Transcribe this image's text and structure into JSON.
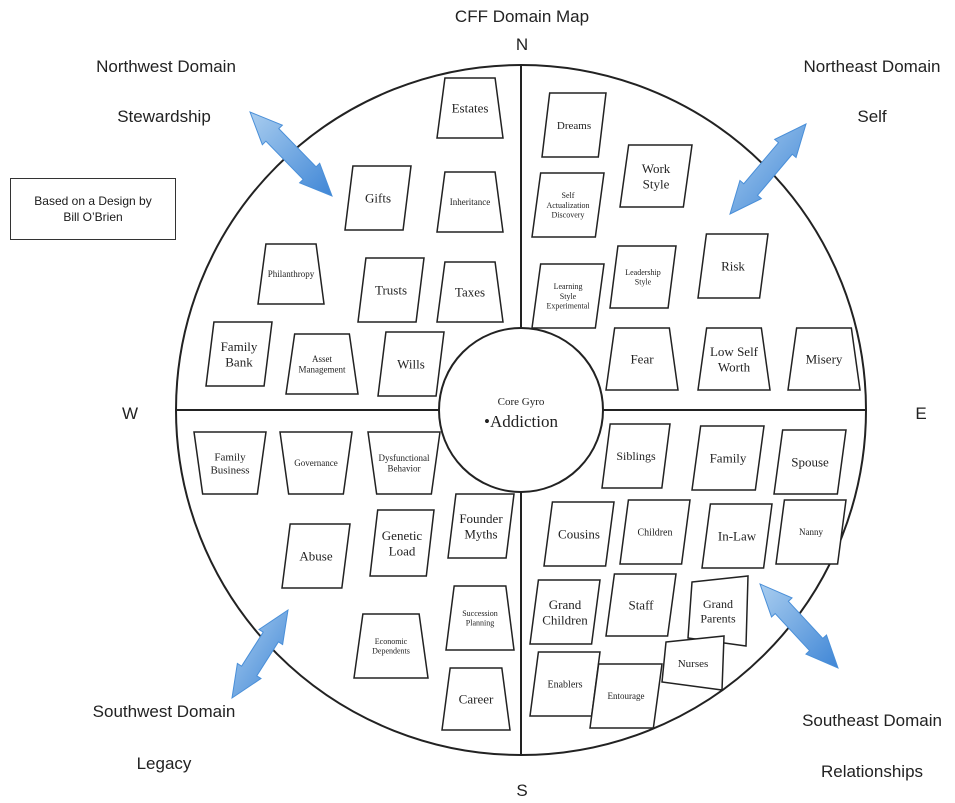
{
  "title": "CFF Domain Map",
  "compass": {
    "n": "N",
    "s": "S",
    "e": "E",
    "w": "W"
  },
  "domains": {
    "nw": {
      "name": "Northwest Domain",
      "theme": "Stewardship"
    },
    "ne": {
      "name": "Northeast Domain",
      "theme": "Self"
    },
    "sw": {
      "name": "Southwest Domain",
      "theme": "Legacy"
    },
    "se": {
      "name": "Southeast Domain",
      "theme": "Relationships"
    }
  },
  "credit": {
    "line1": "Based on a Design by",
    "line2": "Bill O’Brien"
  },
  "core": {
    "label": "Core Gyro",
    "item": "•Addiction"
  },
  "colors": {
    "arrow_light": "#a9cdef",
    "arrow_dark": "#3f86d6",
    "stroke": "#222222"
  },
  "items": {
    "nw": [
      "Estates",
      "Gifts",
      "Inheritance",
      "Philanthropy",
      "Trusts",
      "Taxes",
      "Family Bank",
      "Asset Management",
      "Wills"
    ],
    "ne": [
      "Dreams",
      "Work Style",
      "Self Actualization Discovery",
      "Leadership Style",
      "Risk",
      "Learning Style Experimental",
      "Fear",
      "Low Self Worth",
      "Misery"
    ],
    "sw": [
      "Family Business",
      "Governance",
      "Dysfunctional Behavior",
      "Founder Myths",
      "Abuse",
      "Genetic Load",
      "Succession Planning",
      "Economic Dependents",
      "Career"
    ],
    "se": [
      "Siblings",
      "Family",
      "Spouse",
      "Cousins",
      "Children",
      "In-Law",
      "Nanny",
      "Grand Children",
      "Staff",
      "Grand Parents",
      "Nurses",
      "Enablers",
      "Entourage"
    ]
  }
}
